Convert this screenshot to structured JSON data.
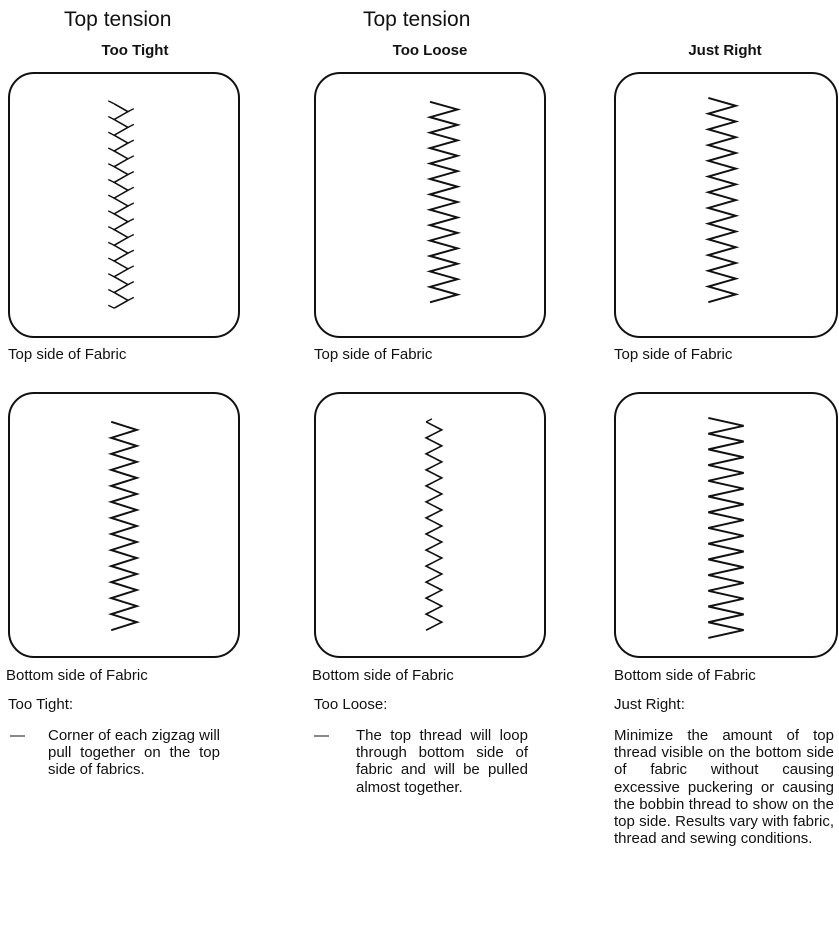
{
  "page": {
    "columns": [
      {
        "tension_label": "Top tension",
        "heading": "Too Tight",
        "top_caption": "Top side of Fabric",
        "bottom_caption": "Bottom side of Fabric",
        "sub_heading": "Too Tight:",
        "dash": "—",
        "description": "Corner of each zigzag will pull together on the top side of fabrics."
      },
      {
        "tension_label": "Top tension",
        "heading": "Too Loose",
        "top_caption": "Top side of Fabric",
        "bottom_caption": "Bottom side of Fabric",
        "sub_heading": "Too Loose:",
        "dash": "—",
        "description": "The top thread will loop through bottom side of fabric and will be pulled almost together."
      },
      {
        "heading": "Just Right",
        "top_caption": "Top side of Fabric",
        "bottom_caption": "Bottom side of Fabric",
        "sub_heading": "Just Right:",
        "description": "Minimize the amount of top thread visible on the bottom side of fabric without causing excessive puckering or causing the bobbin thread to show on the top side. Results vary with fabric, thread and sewing conditions."
      }
    ]
  }
}
